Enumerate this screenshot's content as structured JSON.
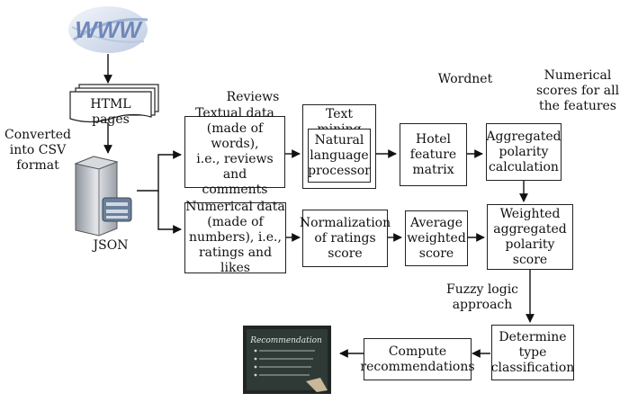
{
  "labels": {
    "converted": "Converted\ninto CSV\nformat",
    "json": "JSON",
    "reviews": "Reviews",
    "wordnet": "Wordnet",
    "numerical_scores": "Numerical\nscores for all\nthe features",
    "fuzzy": "Fuzzy logic\napproach"
  },
  "boxes": {
    "html_pages": "HTML pages",
    "textual_data": "Textual data\n(made of words),\ni.e., reviews and\ncomments",
    "numerical_data": "Numerical data\n(made of\nnumbers), i.e.,\nratings and likes",
    "text_mining_title": "Text mining",
    "nlp": "Natural\nlanguage\nprocessor",
    "hotel_matrix": "Hotel\nfeature\nmatrix",
    "aggregated": "Aggregated\npolarity\ncalculation",
    "normalization": "Normalization\nof ratings\nscore",
    "average": "Average\nweighted\nscore",
    "weighted": "Weighted\naggregated\npolarity\nscore",
    "determine": "Determine\ntype\nclassification",
    "compute": "Compute\nrecommendations"
  },
  "images": {
    "www_logo": "WWW",
    "recommendation_board": "Recommendation"
  },
  "colors": {
    "www_blue": "#6f88b8",
    "board_dark": "#2f3a36",
    "server_gray": "#b8bcc2"
  }
}
